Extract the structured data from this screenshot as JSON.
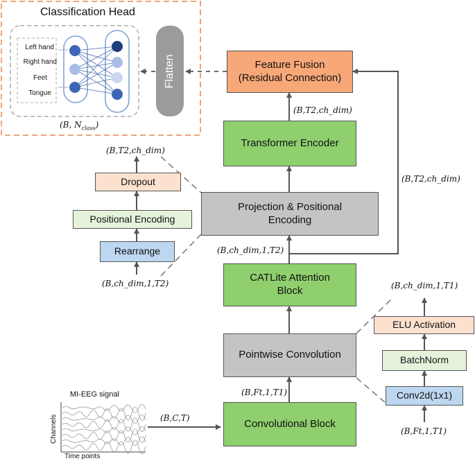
{
  "classification_head": {
    "title": "Classification Head",
    "flatten": "Flatten",
    "classes": [
      "Left hand",
      "Right hand",
      "Feet",
      "Tongue"
    ],
    "output_shape": "(B, N",
    "output_shape_sub": "class",
    "output_shape_end": ")"
  },
  "blocks": {
    "feature_fusion": "Feature Fusion\n(Residual Connection)",
    "transformer_encoder": "Transformer Encoder",
    "projection": "Projection & Positional\nEncoding",
    "catlite": "CATLite Attention\nBlock",
    "pointwise": "Pointwise Convolution",
    "conv_block": "Convolutional Block"
  },
  "projection_detail": {
    "dropout": "Dropout",
    "positional_encoding": "Positional Encoding",
    "rearrange": "Rearrange"
  },
  "pointwise_detail": {
    "elu": "ELU Activation",
    "batchnorm": "BatchNorm",
    "conv2d": "Conv2d(1x1)"
  },
  "signal": {
    "title": "MI-EEG signal",
    "y_axis": "Channels",
    "x_axis": "Time points"
  },
  "shapes": {
    "fusion_out": "(B,T2,ch_dim)",
    "dropout_out": "(B,T2,ch_dim)",
    "residual": "(B,T2,ch_dim)",
    "rearrange_in": "(B,ch_dim,1,T2)",
    "catlite_in": "(B,ch_dim,1,T2)",
    "elu_out": "(B,ch_dim,1,T1)",
    "pointwise_in": "(B,Ft,1,T1)",
    "conv2d_in": "(B,Ft,1,T1)",
    "signal_out": "(B,C,T)"
  },
  "colors": {
    "green": "#8fcf6e",
    "gray": "#c4c4c4",
    "orange": "#f8a878",
    "dashed_border": "#f0a478"
  }
}
